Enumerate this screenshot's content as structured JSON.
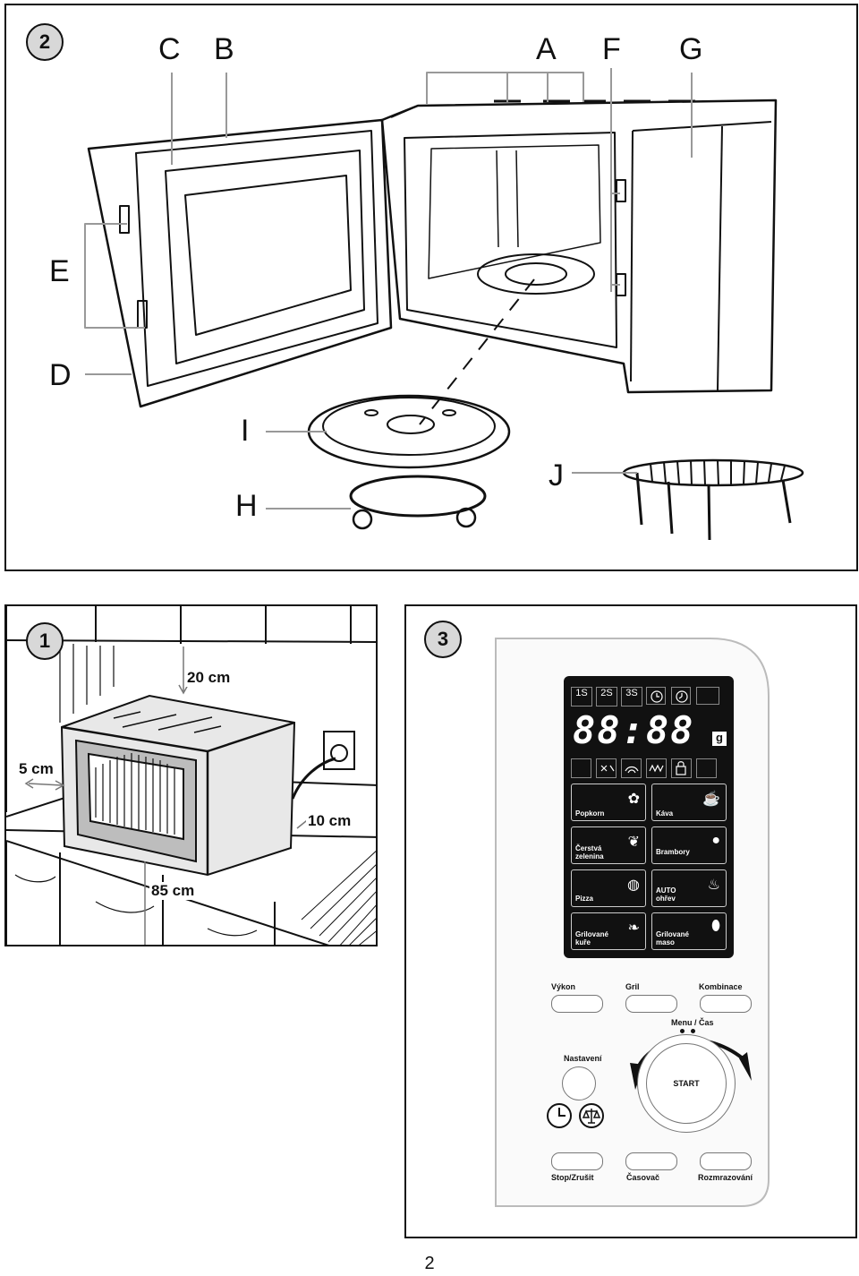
{
  "figure2": {
    "badge": "2",
    "labels": {
      "a": "A",
      "b": "B",
      "c": "C",
      "d": "D",
      "e": "E",
      "f": "F",
      "g": "G",
      "h": "H",
      "i": "I",
      "j": "J"
    }
  },
  "figure1": {
    "badge": "1",
    "dim_top": "20 cm",
    "dim_side": "5 cm",
    "dim_back": "10 cm",
    "dim_height": "85 cm"
  },
  "figure3": {
    "badge": "3",
    "display": {
      "top_icons": [
        "1S",
        "2S",
        "3S",
        "clock-icon",
        "timer-icon"
      ],
      "digits": "88:88",
      "unit": "g"
    },
    "menu_buttons": [
      {
        "label": "Popkorn",
        "icon": "popcorn-icon"
      },
      {
        "label": "Káva",
        "icon": "coffee-cup-icon"
      },
      {
        "label": "Čerstvá zelenina",
        "icon": "eggplant-icon"
      },
      {
        "label": "Brambory",
        "icon": "potato-icon"
      },
      {
        "label": "Pizza",
        "icon": "pizza-icon"
      },
      {
        "label": "AUTO ohřev",
        "icon": "steaming-bowl-icon"
      },
      {
        "label": "Grilované kuře",
        "icon": "roast-chicken-icon"
      },
      {
        "label": "Grilované maso",
        "icon": "meat-icon"
      }
    ],
    "controls": {
      "power": "Výkon",
      "grill": "Gril",
      "combination": "Kombinace",
      "menu_time": "Menu / Čas",
      "settings": "Nastavení",
      "start": "START",
      "stop_cancel": "Stop/Zrušit",
      "timer": "Časovač",
      "defrost": "Rozmrazování"
    }
  },
  "page_number": "2"
}
